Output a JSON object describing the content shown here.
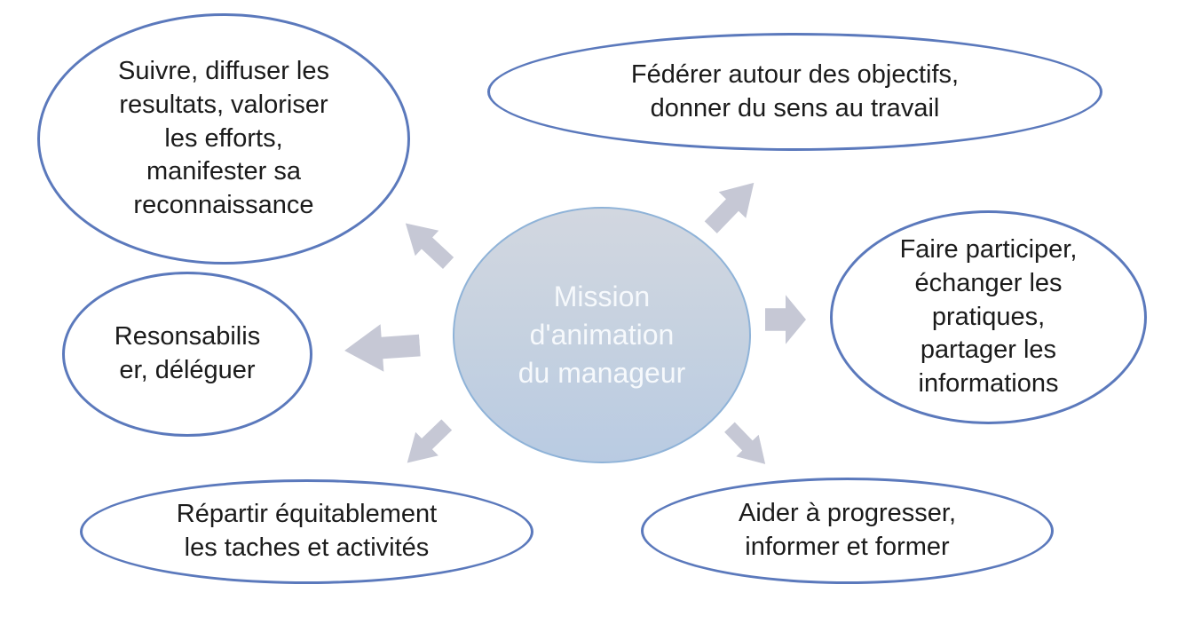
{
  "diagram": {
    "title": "Mission d'animation du manageur",
    "center": {
      "text": "Mission\nd'animation\ndu manageur"
    },
    "nodes": [
      {
        "id": "suivre",
        "position": "top-left",
        "text": "Suivre, diffuser les\nresultats, valoriser\nles efforts,\nmanifester sa\nreconnaissance"
      },
      {
        "id": "federer",
        "position": "top",
        "text": "Fédérer autour des objectifs,\ndonner du sens au travail"
      },
      {
        "id": "participer",
        "position": "right",
        "text": "Faire participer,\néchanger les\npratiques,\npartager les\ninformations"
      },
      {
        "id": "responsabiliser",
        "position": "left",
        "text": "Resonsabilis\ner, déléguer"
      },
      {
        "id": "repartir",
        "position": "bottom-left",
        "text": "Répartir équitablement\nles taches et activités"
      },
      {
        "id": "aider",
        "position": "bottom-right",
        "text": "Aider à progresser,\ninformer et former"
      }
    ],
    "arrows": [
      {
        "direction": "up-left"
      },
      {
        "direction": "up-right"
      },
      {
        "direction": "right"
      },
      {
        "direction": "left"
      },
      {
        "direction": "down-left"
      },
      {
        "direction": "down-right"
      }
    ],
    "colors": {
      "background": "#ffffff",
      "ellipse_border": "#5b79bc",
      "center_fill_top": "#d2d7e0",
      "center_fill_bottom": "#b9cbe2",
      "center_border": "#8fb3d8",
      "center_text": "#f6f9fc",
      "node_text": "#1b1b1b",
      "arrow_fill": "#c6c8d5"
    }
  }
}
